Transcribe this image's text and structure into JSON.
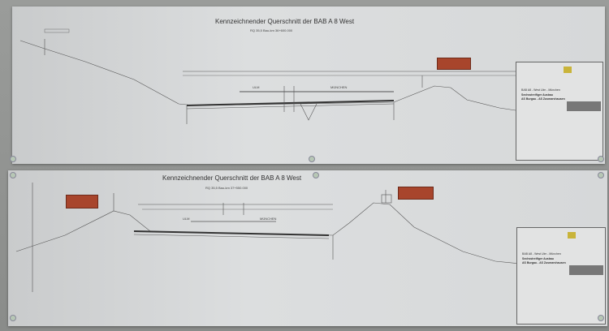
{
  "sheets": [
    {
      "title": "Kennzeichnender Querschnitt der BAB A 8 West",
      "subtitle": "RQ 35,5 Bau-km 36+600.000",
      "direction_left": "ULM",
      "direction_right": "MÜNCHEN"
    },
    {
      "title": "Kennzeichnender Querschnitt der BAB A 8 West",
      "subtitle": "RQ 35,5 Bau-km 37+550.000",
      "direction_left": "ULM",
      "direction_right": "MÜNCHEN"
    }
  ],
  "title_block": {
    "project": "BAB A8 - West Ulm - München",
    "heading": "Sechsstreifiger Ausbau",
    "section": "AS Burgau - AS Zusmarshausen"
  },
  "colors": {
    "wall": "#8f918f",
    "paper": "#d8dadb",
    "label_red": "#a8452c"
  }
}
